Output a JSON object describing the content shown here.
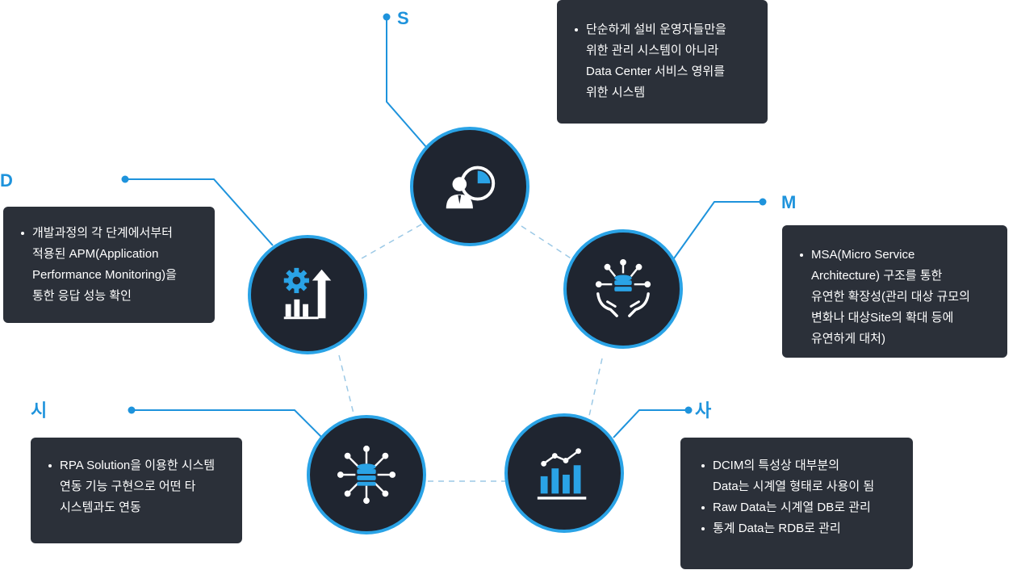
{
  "nodes": {
    "s": {
      "label": "S",
      "icon": "user-chart-icon"
    },
    "m": {
      "label": "M",
      "icon": "hands-database-icon"
    },
    "sa": {
      "label": "사",
      "icon": "bar-line-chart-icon"
    },
    "si": {
      "label": "시",
      "icon": "database-network-icon"
    },
    "d": {
      "label": "D",
      "icon": "gear-growth-chart-icon"
    }
  },
  "boxes": {
    "s": [
      "단순하게 설비 운영자들만을\n위한 관리 시스템이 아니라\nData Center 서비스 영위를\n위한 시스템"
    ],
    "m": [
      "MSA(Micro Service\n  Architecture) 구조를 통한\n유연한 확장성(관리 대상 규모의\n변화나 대상Site의 확대 등에\n유연하게 대처)"
    ],
    "sa": [
      "DCIM의 특성상 대부분의\nData는 시계열 형태로 사용이 됨",
      "Raw Data는 시계열 DB로 관리",
      "통계 Data는 RDB로 관리"
    ],
    "si": [
      "RPA Solution을 이용한 시스템\n연동 기능 구현으로 어떤 타\n시스템과도 연동"
    ],
    "d": [
      "개발과정의 각 단계에서부터\n적용된 APM(Application\nPerformance Monitoring)을\n통한 응답 성능 확인"
    ]
  },
  "colors": {
    "accent": "#1e93dc",
    "ring": "#2aa3e6",
    "node_bg": "#1f2530",
    "box_bg": "#2b3039",
    "dashed": "#9cc9e6"
  }
}
